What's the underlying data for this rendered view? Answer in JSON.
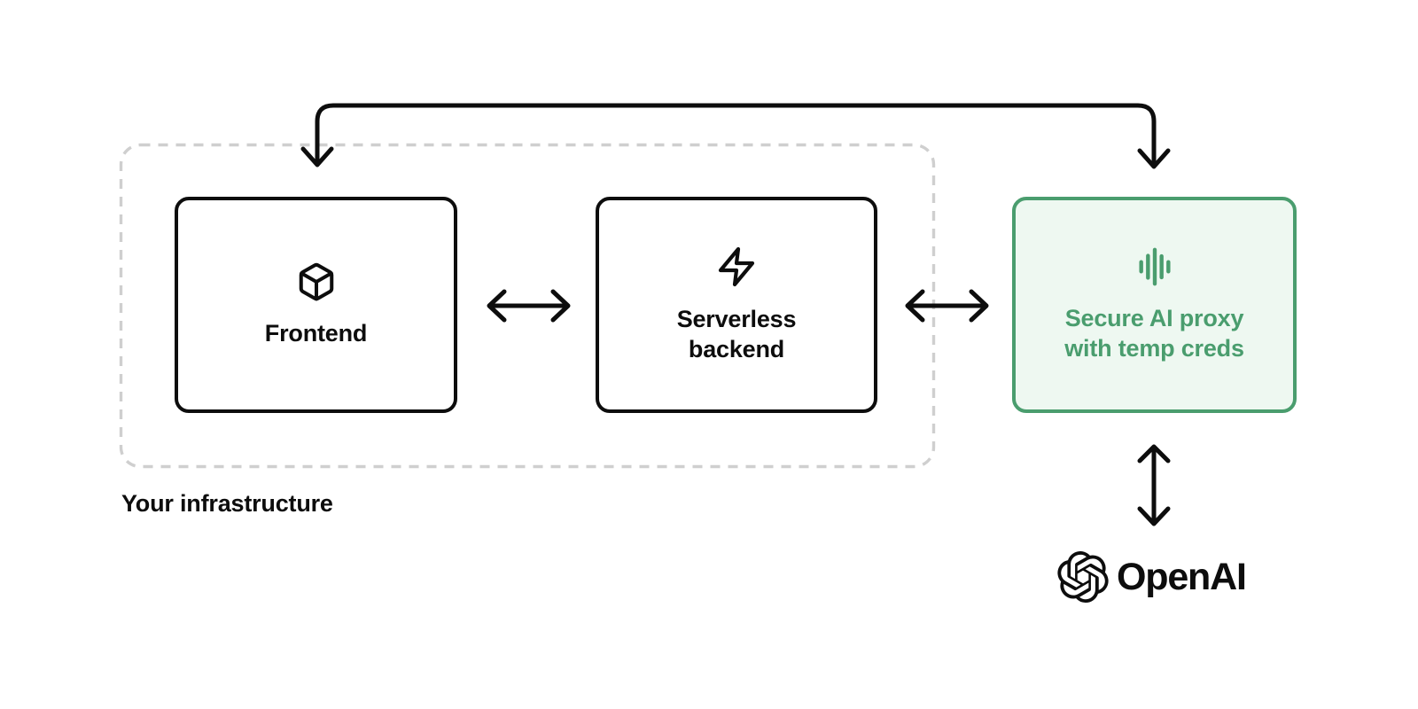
{
  "infrastructure": {
    "label": "Your infrastructure"
  },
  "nodes": {
    "frontend": {
      "label": "Frontend",
      "icon": "cube-icon"
    },
    "backend": {
      "label": "Serverless backend",
      "icon": "lightning-icon"
    },
    "proxy": {
      "label": "Secure AI proxy with temp creds",
      "icon": "audio-waveform-icon"
    },
    "openai": {
      "label": "OpenAI",
      "icon": "openai-logo-icon"
    }
  },
  "connectors": [
    {
      "name": "frontend-proxy-bracket",
      "type": "bracket-arrow-down-both-ends"
    },
    {
      "name": "frontend-backend-arrow",
      "type": "double-arrow-horizontal"
    },
    {
      "name": "backend-proxy-arrow",
      "type": "double-arrow-horizontal"
    },
    {
      "name": "proxy-openai-arrow",
      "type": "double-arrow-vertical"
    }
  ],
  "colors": {
    "accent_green": "#4a9d6e",
    "accent_green_bg": "#eef8f1",
    "node_border": "#0d0d0d",
    "boundary_gray": "#cfcfcf",
    "text_black": "#0d0d0d"
  }
}
